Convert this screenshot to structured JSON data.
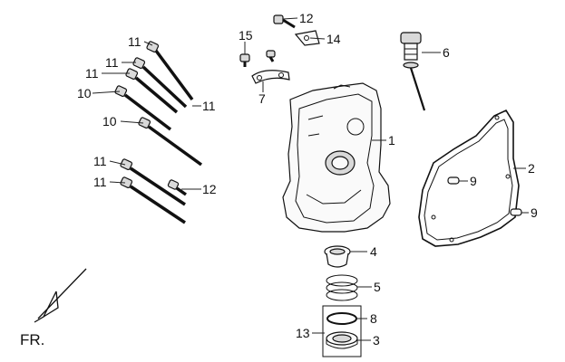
{
  "diagram": {
    "callouts": [
      {
        "id": "c11a",
        "text": "11"
      },
      {
        "id": "c11b",
        "text": "11"
      },
      {
        "id": "c11c",
        "text": "11"
      },
      {
        "id": "c10a",
        "text": "10"
      },
      {
        "id": "c11d",
        "text": "11"
      },
      {
        "id": "c10b",
        "text": "10"
      },
      {
        "id": "c11e",
        "text": "11"
      },
      {
        "id": "c11f",
        "text": "11"
      },
      {
        "id": "c12a",
        "text": "12"
      },
      {
        "id": "c15",
        "text": "15"
      },
      {
        "id": "c12b",
        "text": "12"
      },
      {
        "id": "c14",
        "text": "14"
      },
      {
        "id": "c7",
        "text": "7"
      },
      {
        "id": "c6",
        "text": "6"
      },
      {
        "id": "c1",
        "text": "1"
      },
      {
        "id": "c2",
        "text": "2"
      },
      {
        "id": "c9a",
        "text": "9"
      },
      {
        "id": "c9b",
        "text": "9"
      },
      {
        "id": "c4",
        "text": "4"
      },
      {
        "id": "c5",
        "text": "5"
      },
      {
        "id": "c8",
        "text": "8"
      },
      {
        "id": "c13",
        "text": "13"
      },
      {
        "id": "c3",
        "text": "3"
      }
    ],
    "direction_label": "FR."
  }
}
